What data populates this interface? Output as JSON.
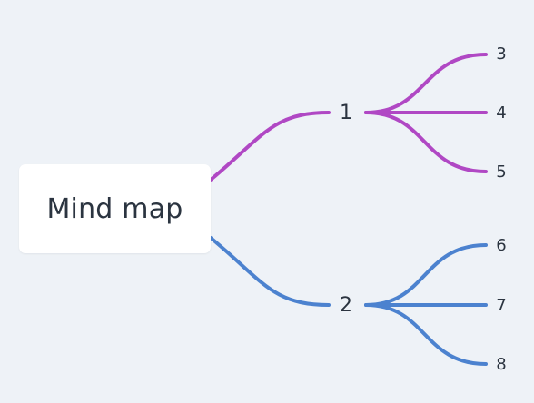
{
  "mindmap": {
    "root": {
      "label": "Mind map"
    },
    "branches": [
      {
        "label": "1",
        "color": "#b048c4",
        "children": [
          {
            "label": "3"
          },
          {
            "label": "4"
          },
          {
            "label": "5"
          }
        ]
      },
      {
        "label": "2",
        "color": "#4c82cf",
        "children": [
          {
            "label": "6"
          },
          {
            "label": "7"
          },
          {
            "label": "8"
          }
        ]
      }
    ]
  }
}
